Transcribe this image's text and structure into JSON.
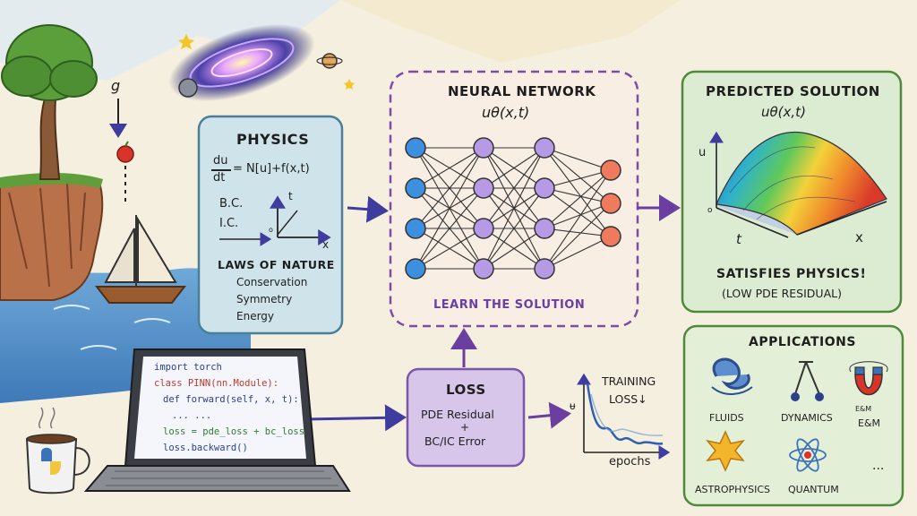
{
  "scene": {
    "gravity_label": "g",
    "colors": {
      "physics_box": "#cfe4ea",
      "physics_border": "#4a7f9a",
      "network_border": "#7b4ea3",
      "solution_box": "#dcecd2",
      "solution_border": "#4f8a3c",
      "loss_box": "#d7c6ea",
      "loss_border": "#7b57a8",
      "arrow": "#3f3ca0",
      "input_nodes": "#3d8fe0",
      "hidden_nodes": "#b79ae6",
      "output_nodes": "#ef7a5e"
    }
  },
  "physics": {
    "title": "PHYSICS",
    "equation_lhs_num": "du",
    "equation_lhs_den": "dt",
    "equation_rhs": "= N[u]+f(x,t)",
    "bc": "B.C.",
    "ic": "I.C.",
    "axis_t": "t",
    "axis_x": "x",
    "axis_o": "o",
    "laws_title": "LAWS OF NATURE",
    "laws": [
      "Conservation",
      "Symmetry",
      "Energy"
    ]
  },
  "network": {
    "title": "NEURAL NETWORK",
    "formula": "uθ(x,t)",
    "caption": "LEARN THE SOLUTION",
    "layers": [
      4,
      4,
      4,
      3
    ]
  },
  "solution": {
    "title": "PREDICTED SOLUTION",
    "formula": "uθ(x,t)",
    "axis_u": "u",
    "axis_t": "t",
    "axis_x": "x",
    "axis_o": "o",
    "caption1": "SATISFIES PHYSICS!",
    "caption2": "(LOW PDE RESIDUAL)"
  },
  "loss": {
    "title": "LOSS",
    "line1": "PDE Residual",
    "plus": "+",
    "line2": "BC/IC Error"
  },
  "training": {
    "title": "TRAINING",
    "subtitle": "LOSS↓",
    "xlabel": "epochs",
    "ylabel": "ᵾ"
  },
  "code": {
    "lines": [
      {
        "text": "import torch",
        "indent": 0,
        "color": "#2a3f8f"
      },
      {
        "text": "class PINN(nn.Module):",
        "indent": 0,
        "color": "#c0392b"
      },
      {
        "text": "def forward(self, x, t):",
        "indent": 1,
        "color": "#2a3f8f"
      },
      {
        "text": "... ...",
        "indent": 2,
        "color": "#2a3f8f"
      },
      {
        "text": "loss = pde_loss + bc_loss",
        "indent": 1,
        "color": "#2e7d32"
      },
      {
        "text": "loss.backward()",
        "indent": 1,
        "color": "#2a3f8f"
      }
    ]
  },
  "applications": {
    "title": "APPLICATIONS",
    "items": [
      {
        "label": "FLUIDS",
        "icon": "wave-icon"
      },
      {
        "label": "DYNAMICS",
        "icon": "pendulum-icon"
      },
      {
        "label": "E&M",
        "icon": "magnet-icon",
        "small": "E&M"
      },
      {
        "label": "ASTROPHYSICS",
        "icon": "star-icon"
      },
      {
        "label": "QUANTUM",
        "icon": "atom-icon"
      },
      {
        "label": "...",
        "icon": "ellipsis-icon"
      }
    ]
  }
}
